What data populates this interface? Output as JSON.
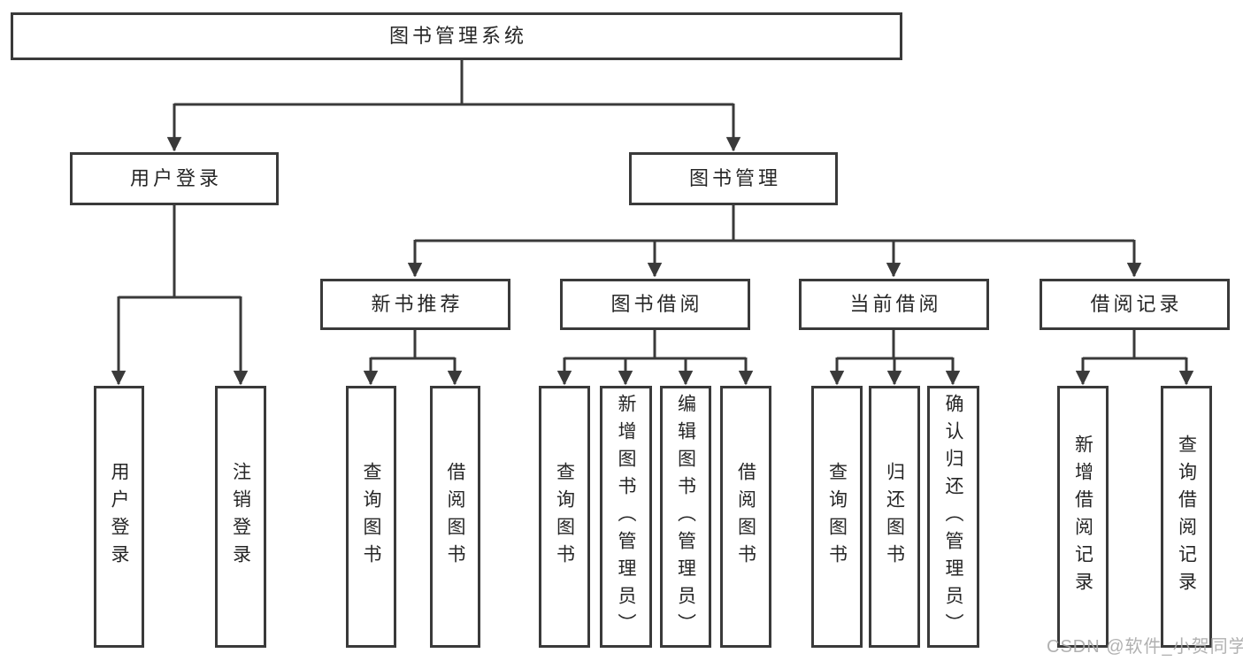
{
  "colors": {
    "line": "#3a3a3a",
    "box_border": "#3a3a3a",
    "text": "#262626",
    "watermark": "#a8a8a8",
    "background": "#ffffff"
  },
  "watermark": {
    "text": "CSDN @软件_小贺同学"
  },
  "tree": {
    "root": {
      "label": "图书管理系统",
      "children": [
        {
          "label": "用户登录",
          "children": [
            {
              "label": "用户登录"
            },
            {
              "label": "注销登录"
            }
          ]
        },
        {
          "label": "图书管理",
          "children": [
            {
              "label": "新书推荐",
              "children": [
                {
                  "label": "查询图书"
                },
                {
                  "label": "借阅图书"
                }
              ]
            },
            {
              "label": "图书借阅",
              "children": [
                {
                  "label": "查询图书"
                },
                {
                  "label": "新增图书（管理员）"
                },
                {
                  "label": "编辑图书（管理员）"
                },
                {
                  "label": "借阅图书"
                }
              ]
            },
            {
              "label": "当前借阅",
              "children": [
                {
                  "label": "查询图书"
                },
                {
                  "label": "归还图书"
                },
                {
                  "label": "确认归还（管理员）"
                }
              ]
            },
            {
              "label": "借阅记录",
              "children": [
                {
                  "label": "新增借阅记录"
                },
                {
                  "label": "查询借阅记录"
                }
              ]
            }
          ]
        }
      ]
    }
  }
}
